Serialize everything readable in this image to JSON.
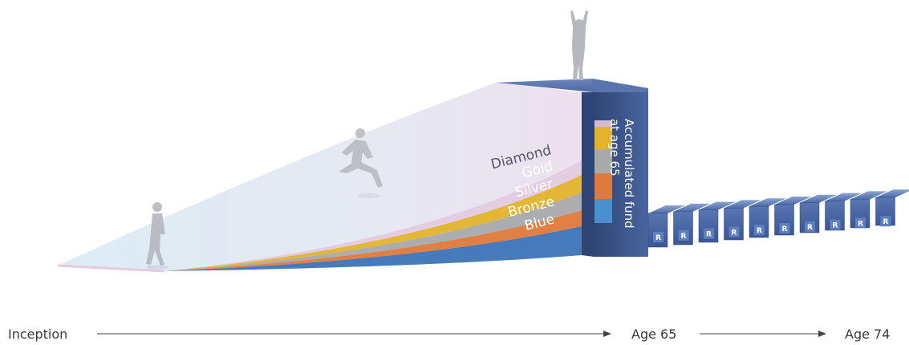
{
  "tiers": [
    {
      "key": "diamond",
      "label": "Diamond",
      "color": "#e3c8df"
    },
    {
      "key": "gold",
      "label": "Gold",
      "color": "#e3b42a"
    },
    {
      "key": "silver",
      "label": "Silver",
      "color": "#a9aaaa"
    },
    {
      "key": "bronze",
      "label": "Bronze",
      "color": "#e07a3a"
    },
    {
      "key": "blue",
      "label": "Blue",
      "color": "#3f7fbd"
    }
  ],
  "fund": {
    "line1": "Accumulated fund",
    "line2": "at age 65"
  },
  "axis": {
    "start": "Inception",
    "mid": "Age 65",
    "end": "Age 74"
  },
  "payouts": {
    "label": "R",
    "count": 10
  },
  "colors": {
    "navy": "#3b5488",
    "deep_navy": "#2b3f6d",
    "ramp_light": "#dcecf6"
  },
  "icons": [
    "walking-person-icon",
    "running-person-icon",
    "celebrating-person-icon"
  ]
}
